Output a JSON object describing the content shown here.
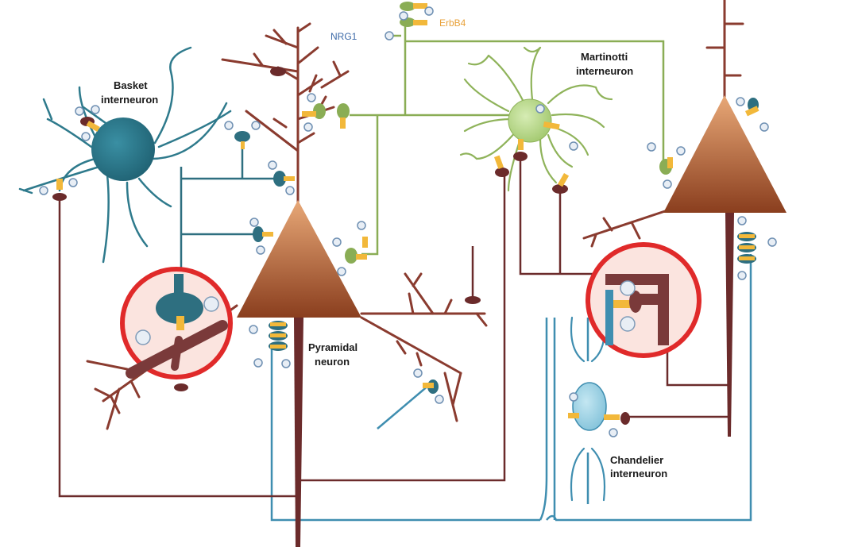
{
  "labels": {
    "basket_line1": "Basket",
    "basket_line2": "interneuron",
    "martinotti_line1": "Martinotti",
    "martinotti_line2": "interneuron",
    "pyramidal_line1": "Pyramidal",
    "pyramidal_line2": "neuron",
    "chandelier_line1": "Chandelier",
    "chandelier_line2": "interneuron",
    "nrg1": "NRG1",
    "erbb4": "ErbB4"
  },
  "colors": {
    "pyramidal_axon": "#6b2b2b",
    "dendrite": "#8a3b2f",
    "basket": "#2e7a8c",
    "martinotti": "#8fb35a",
    "chandelier": "#3f8eb0",
    "receptor_yellow": "#f2b83a",
    "highlight_red": "#e02a2a",
    "nrg1_text": "#3d6aa8",
    "erbb4_text": "#e8a13a"
  }
}
